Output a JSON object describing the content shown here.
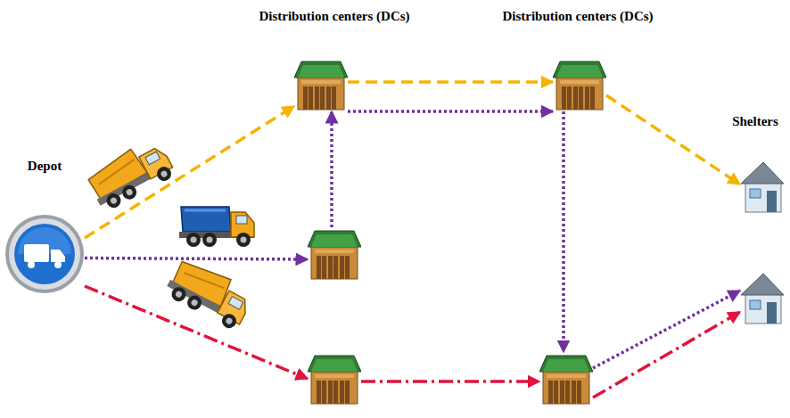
{
  "diagram": {
    "nodes": [
      {
        "text": [
          "Depot"
        ]
      },
      {
        "text": []
      },
      {
        "text": []
      },
      {
        "text": []
      },
      {
        "text": []
      },
      {
        "text": []
      },
      {
        "text": [
          "Shelters"
        ]
      },
      {
        "text": []
      }
    ],
    "edges": [
      {
        "from": 0,
        "to": 1,
        "arrow": "to"
      },
      {
        "from": 1,
        "to": 4,
        "arrow": "to"
      },
      {
        "from": 0,
        "to": 2,
        "arrow": "to"
      },
      {
        "from": 2,
        "to": 1,
        "arrow": "to"
      },
      {
        "from": 1,
        "to": 4,
        "arrow": "to"
      },
      {
        "from": 4,
        "to": 5,
        "arrow": "to"
      },
      {
        "from": 4,
        "to": 6,
        "arrow": "to"
      },
      {
        "from": 0,
        "to": 3,
        "arrow": "to"
      },
      {
        "from": 3,
        "to": 5,
        "arrow": "to"
      },
      {
        "from": 5,
        "to": 7,
        "arrow": "to"
      },
      {
        "from": 5,
        "to": 7,
        "arrow": "to"
      }
    ],
    "labels": [
      "Distribution centers (DCs)",
      "Distribution centers (DCs)"
    ]
  }
}
